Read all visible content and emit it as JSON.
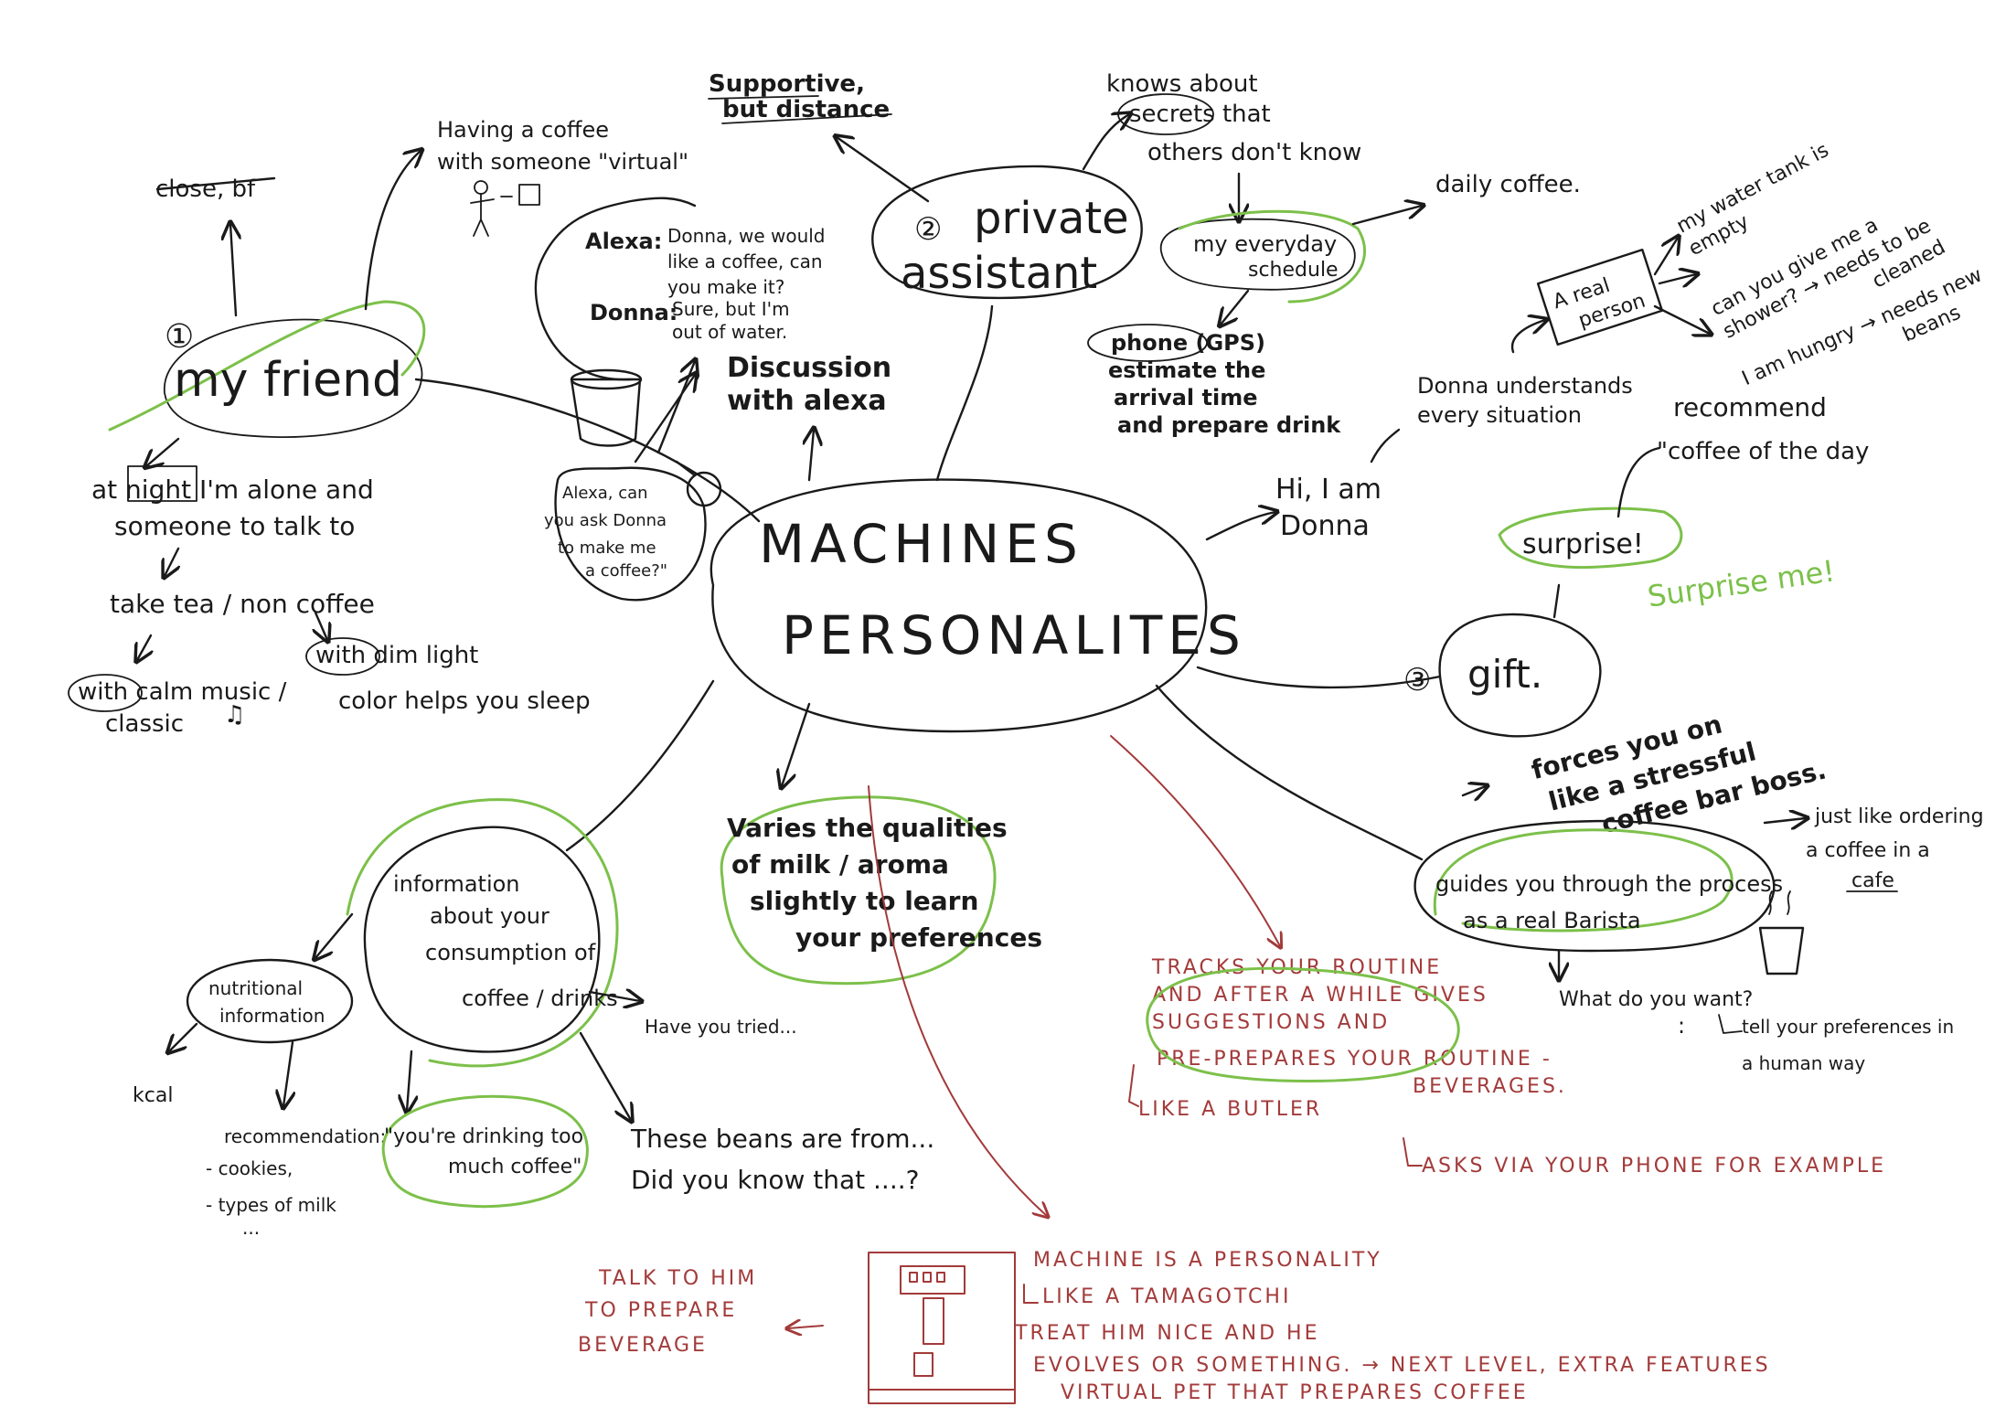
{
  "center": {
    "line1": "MACHINES",
    "line2": "PERSONALITES"
  },
  "branches": {
    "friend": {
      "num": "①",
      "title": "my friend",
      "close_note": "close, bf",
      "virtual_note": [
        "Having a coffee",
        "with someone \"virtual\""
      ],
      "night": [
        "at night I'm alone and",
        "someone to talk to"
      ],
      "tea": "take tea / non coffee",
      "music": [
        "with calm music /",
        "classic"
      ],
      "light": [
        "with dim light",
        "color helps you sleep"
      ]
    },
    "alexa": {
      "alexa_label": "Alexa:",
      "alexa_text": [
        "Donna, we would",
        "like a coffee, can",
        "you make it?"
      ],
      "donna_label": "Donna:",
      "donna_text": [
        "Sure, but I'm",
        "out of water."
      ],
      "ask": [
        "Alexa, can",
        "you ask Donna",
        "to make me",
        "a coffee?\""
      ],
      "discussion": [
        "Discussion",
        "with alexa"
      ]
    },
    "assistant": {
      "num": "②",
      "title": [
        "private",
        "assistant"
      ],
      "supportive": [
        "Supportive,",
        "but distance"
      ],
      "secrets": [
        "knows about",
        "secrets that",
        "others don't know"
      ],
      "schedule": [
        "my everyday",
        "schedule"
      ],
      "daily": "daily coffee.",
      "phone": [
        "phone (GPS)",
        "estimate the",
        "arrival time",
        "and prepare drink"
      ]
    },
    "donna": {
      "hi": [
        "Hi, I am",
        "Donna"
      ],
      "understands": [
        "Donna understands",
        "every situation"
      ],
      "real_person": [
        "A real",
        "person"
      ],
      "needs": [
        "my water tank is",
        "empty",
        "can you give me a",
        "shower? → needs to be",
        "cleaned",
        "I am hungry → needs new",
        "beans"
      ]
    },
    "gift": {
      "num": "③",
      "title": "gift.",
      "surprise": "surprise!",
      "surprise_me": "Surprise me!",
      "recommend": [
        "recommend",
        "\"coffee of the day"
      ]
    },
    "barista": {
      "boss": [
        "forces you on",
        "like a stressful",
        "coffee bar boss."
      ],
      "guides": [
        "guides you through the process",
        "as a real Barista"
      ],
      "ordering": [
        "just like ordering",
        "a coffee in a",
        "cafe"
      ],
      "want": "What do you want?",
      "tell": [
        "tell your preferences in",
        "a human way"
      ]
    },
    "info": {
      "title": [
        "information",
        "about your",
        "consumption of",
        "coffee / drinks"
      ],
      "nutrition": [
        "nutritional",
        "information"
      ],
      "kcal": "kcal",
      "reco": [
        "recommendation:",
        "- cookies,",
        "- types of milk",
        "..."
      ],
      "drinking": [
        "\"you're drinking too",
        "much coffee\""
      ],
      "tried": "Have you tried...",
      "beans": [
        "These beans are from...",
        "Did you know that ....?"
      ]
    },
    "varies": [
      "Varies the qualities",
      "of milk / aroma",
      "slightly to learn",
      "your preferences"
    ]
  },
  "red_notes": {
    "routine": [
      "TRACKS YOUR ROUTINE",
      "AND AFTER A WHILE GIVES",
      "SUGGESTIONS AND",
      "PRE-PREPARES YOUR ROUTINE -",
      "BEVERAGES.",
      "LIKE A BUTLER"
    ],
    "phone": "ASKS VIA YOUR PHONE FOR EXAMPLE",
    "talk": [
      "TALK TO HIM",
      "TO PREPARE",
      "BEVERAGE"
    ],
    "machine": [
      "MACHINE IS A PERSONALITY",
      "LIKE A TAMAGOTCHI",
      "TREAT HIM NICE AND HE",
      "EVOLVES OR SOMETHING. → NEXT LEVEL, EXTRA FEATURES",
      "VIRTUAL PET THAT PREPARES COFFEE"
    ]
  },
  "colors": {
    "ink": "#1a1a1a",
    "green": "#7cc04a",
    "red": "#a33a3a"
  }
}
